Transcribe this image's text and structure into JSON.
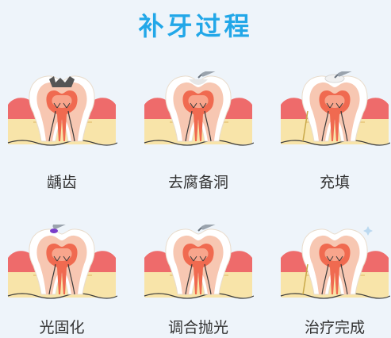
{
  "title": "补牙过程",
  "colors": {
    "title": "#22a7e8",
    "enamel": "#ffffff",
    "dentin": "#f7c7b2",
    "pulp": "#f06a50",
    "pulp_core": "#f8a58c",
    "gum": "#ee6b6b",
    "bone": "#f8e4a9",
    "bone_line": "#e3bf70",
    "root_canal": "#3b3b3b",
    "instrument": "#9aa3ad",
    "cavity": "#555555",
    "light": "#7a3cc9",
    "filling": "#f1f1f1"
  },
  "steps": [
    {
      "label": "龋齿",
      "tool": "none",
      "top": "cavity",
      "gap": false,
      "sparkle": false
    },
    {
      "label": "去腐备洞",
      "tool": "drill",
      "top": "prepared",
      "gap": false,
      "sparkle": false
    },
    {
      "label": "充填",
      "tool": "drill",
      "top": "filling",
      "gap": true,
      "sparkle": false
    },
    {
      "label": "光固化",
      "tool": "curing-light",
      "top": "cured",
      "gap": false,
      "sparkle": false
    },
    {
      "label": "调合抛光",
      "tool": "drill",
      "top": "polished",
      "gap": false,
      "sparkle": false
    },
    {
      "label": "治疗完成",
      "tool": "none",
      "top": "done",
      "gap": true,
      "sparkle": true
    }
  ]
}
